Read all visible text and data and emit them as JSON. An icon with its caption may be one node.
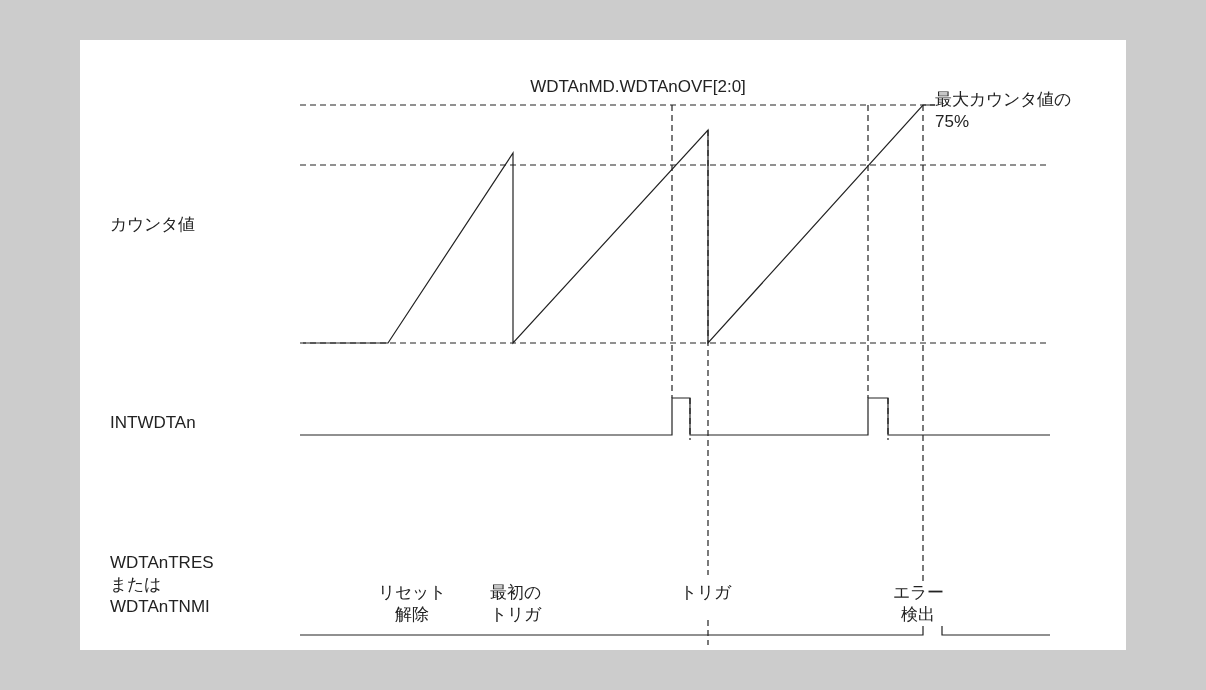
{
  "diagram": {
    "labels": [
      "WDTAnMD.WDTAnOVF[2:0]",
      "最大カウンタ値の75%",
      "カウンタ値",
      "INTWDTAn",
      "WDTAnTRES または WDTAnTNMI",
      "リセット解除",
      "最初のトリガ",
      "トリガ",
      "エラー検出"
    ]
  }
}
